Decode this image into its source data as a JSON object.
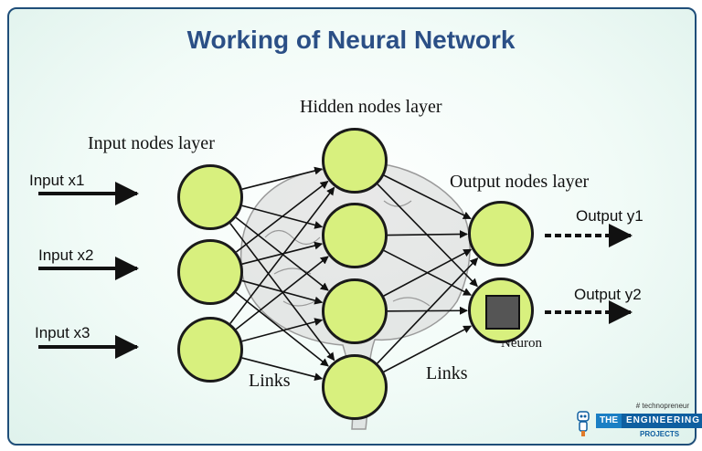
{
  "title": "Working of Neural Network",
  "labels": {
    "input_layer": "Input nodes layer",
    "hidden_layer": "Hidden nodes layer",
    "output_layer": "Output nodes layer",
    "links_left": "Links",
    "links_right": "Links",
    "neuron": "Neuron"
  },
  "inputs": [
    "Input x1",
    "Input x2",
    "Input x3"
  ],
  "outputs": [
    "Output y1",
    "Output y2"
  ],
  "colors": {
    "title": "#2b4f86",
    "node_fill": "#d8f07e",
    "border": "#1f4e79"
  },
  "logo": {
    "tagline": "# technopreneur",
    "the": "THE",
    "engineering": "ENGINEERING",
    "projects": "PROJECTS"
  }
}
